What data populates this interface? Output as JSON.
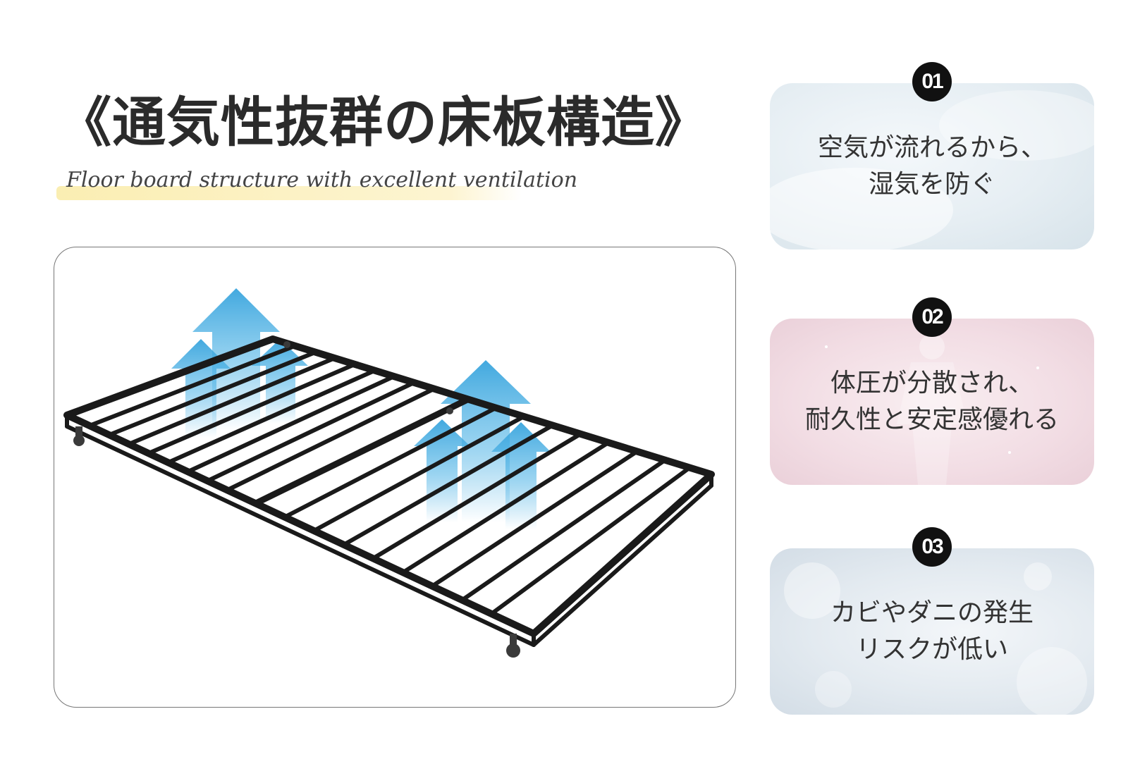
{
  "title": "《通気性抜群の床板構造》",
  "subtitle": "Floor board structure with excellent ventilation",
  "features": [
    {
      "number": "01",
      "lines": [
        "空気が流れるから、",
        "湿気を防ぐ"
      ]
    },
    {
      "number": "02",
      "lines": [
        "体圧が分散され、",
        "耐久性と安定感優れる"
      ]
    },
    {
      "number": "03",
      "lines": [
        "カビやダニの発生",
        "リスクが低い"
      ]
    }
  ],
  "colors": {
    "arrow": "#3aa8e0",
    "frame": "#1a1a1a",
    "badge": "#111111"
  }
}
